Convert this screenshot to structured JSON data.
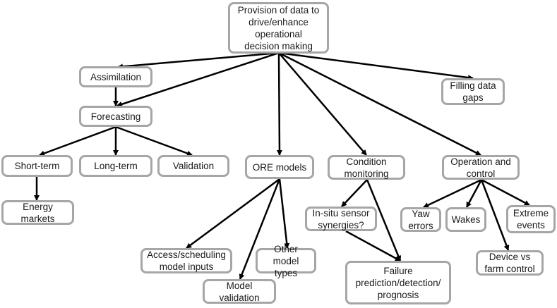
{
  "diagram": {
    "type": "hierarchy",
    "line_color": "#000000",
    "box_border_color": "#a6a6a6",
    "nodes": {
      "root": "Provision of data to\ndrive/enhance\noperational\ndecision making",
      "assimilation": "Assimilation",
      "forecasting": "Forecasting",
      "filling_gaps": "Filling data\ngaps",
      "short_term": "Short-term",
      "long_term": "Long-term",
      "validation": "Validation",
      "energy_markets": "Energy\nmarkets",
      "ore_models": "ORE models",
      "condition_monitoring": "Condition\nmonitoring",
      "operation_control": "Operation and\ncontrol",
      "insitu": "In-situ sensor\nsynergies?",
      "failure": "Failure\nprediction/detection/\nprognosis",
      "access_scheduling": "Access/scheduling\nmodel inputs",
      "model_validation": "Model\nvalidation",
      "other_model_types": "Other model\ntypes",
      "yaw_errors": "Yaw\nerrors",
      "wakes": "Wakes",
      "extreme_events": "Extreme\nevents",
      "device_vs_farm": "Device vs\nfarm control"
    },
    "edges": [
      [
        "root",
        "assimilation"
      ],
      [
        "root",
        "forecasting"
      ],
      [
        "root",
        "ore_models"
      ],
      [
        "root",
        "condition_monitoring"
      ],
      [
        "root",
        "operation_control"
      ],
      [
        "root",
        "filling_gaps"
      ],
      [
        "assimilation",
        "forecasting"
      ],
      [
        "forecasting",
        "short_term"
      ],
      [
        "forecasting",
        "long_term"
      ],
      [
        "forecasting",
        "validation"
      ],
      [
        "short_term",
        "energy_markets"
      ],
      [
        "ore_models",
        "access_scheduling"
      ],
      [
        "ore_models",
        "model_validation"
      ],
      [
        "ore_models",
        "other_model_types"
      ],
      [
        "condition_monitoring",
        "insitu"
      ],
      [
        "condition_monitoring",
        "failure"
      ],
      [
        "insitu",
        "failure"
      ],
      [
        "operation_control",
        "yaw_errors"
      ],
      [
        "operation_control",
        "wakes"
      ],
      [
        "operation_control",
        "device_vs_farm"
      ],
      [
        "operation_control",
        "extreme_events"
      ]
    ]
  }
}
